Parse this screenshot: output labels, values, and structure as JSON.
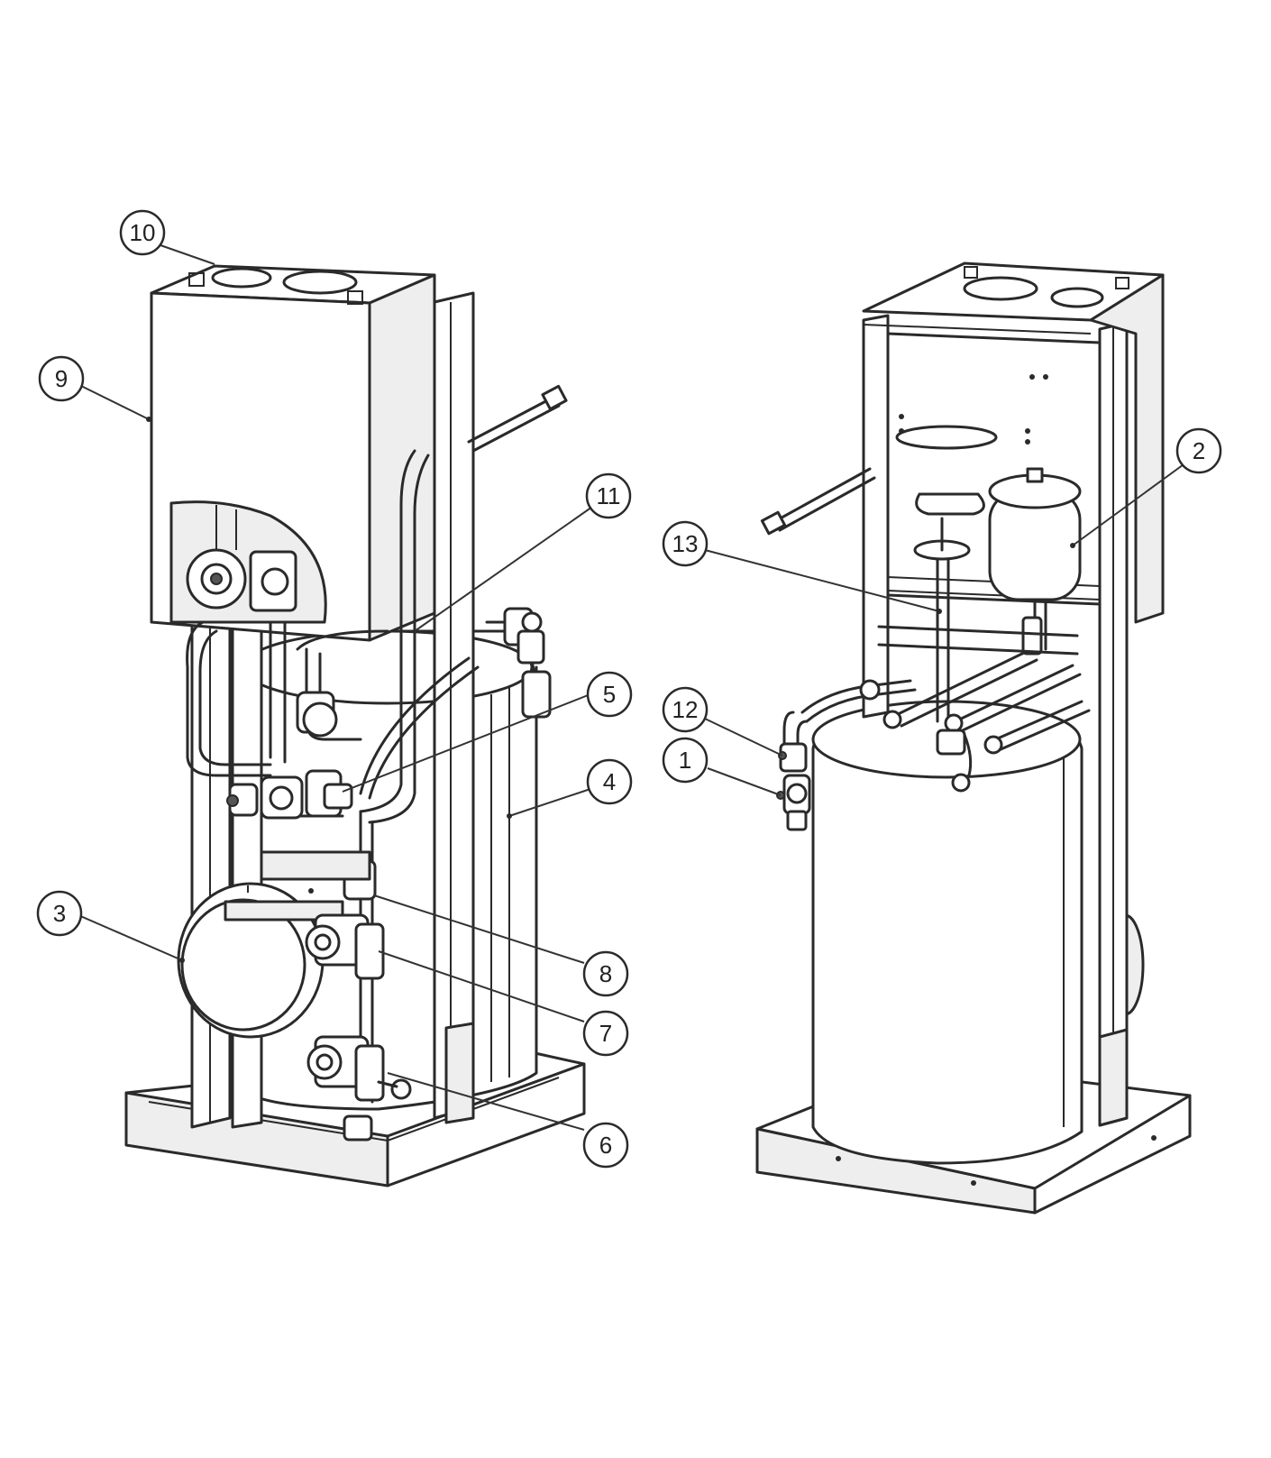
{
  "callouts": [
    {
      "id": "1",
      "label": "1"
    },
    {
      "id": "2",
      "label": "2"
    },
    {
      "id": "3",
      "label": "3"
    },
    {
      "id": "4",
      "label": "4"
    },
    {
      "id": "5",
      "label": "5"
    },
    {
      "id": "6",
      "label": "6"
    },
    {
      "id": "7",
      "label": "7"
    },
    {
      "id": "8",
      "label": "8"
    },
    {
      "id": "9",
      "label": "9"
    },
    {
      "id": "10",
      "label": "10"
    },
    {
      "id": "11",
      "label": "11"
    },
    {
      "id": "12",
      "label": "12"
    },
    {
      "id": "13",
      "label": "13"
    }
  ],
  "colors": {
    "line": "#2a2a2a",
    "fill": "#ffffff",
    "shade": "#eeeeee"
  }
}
